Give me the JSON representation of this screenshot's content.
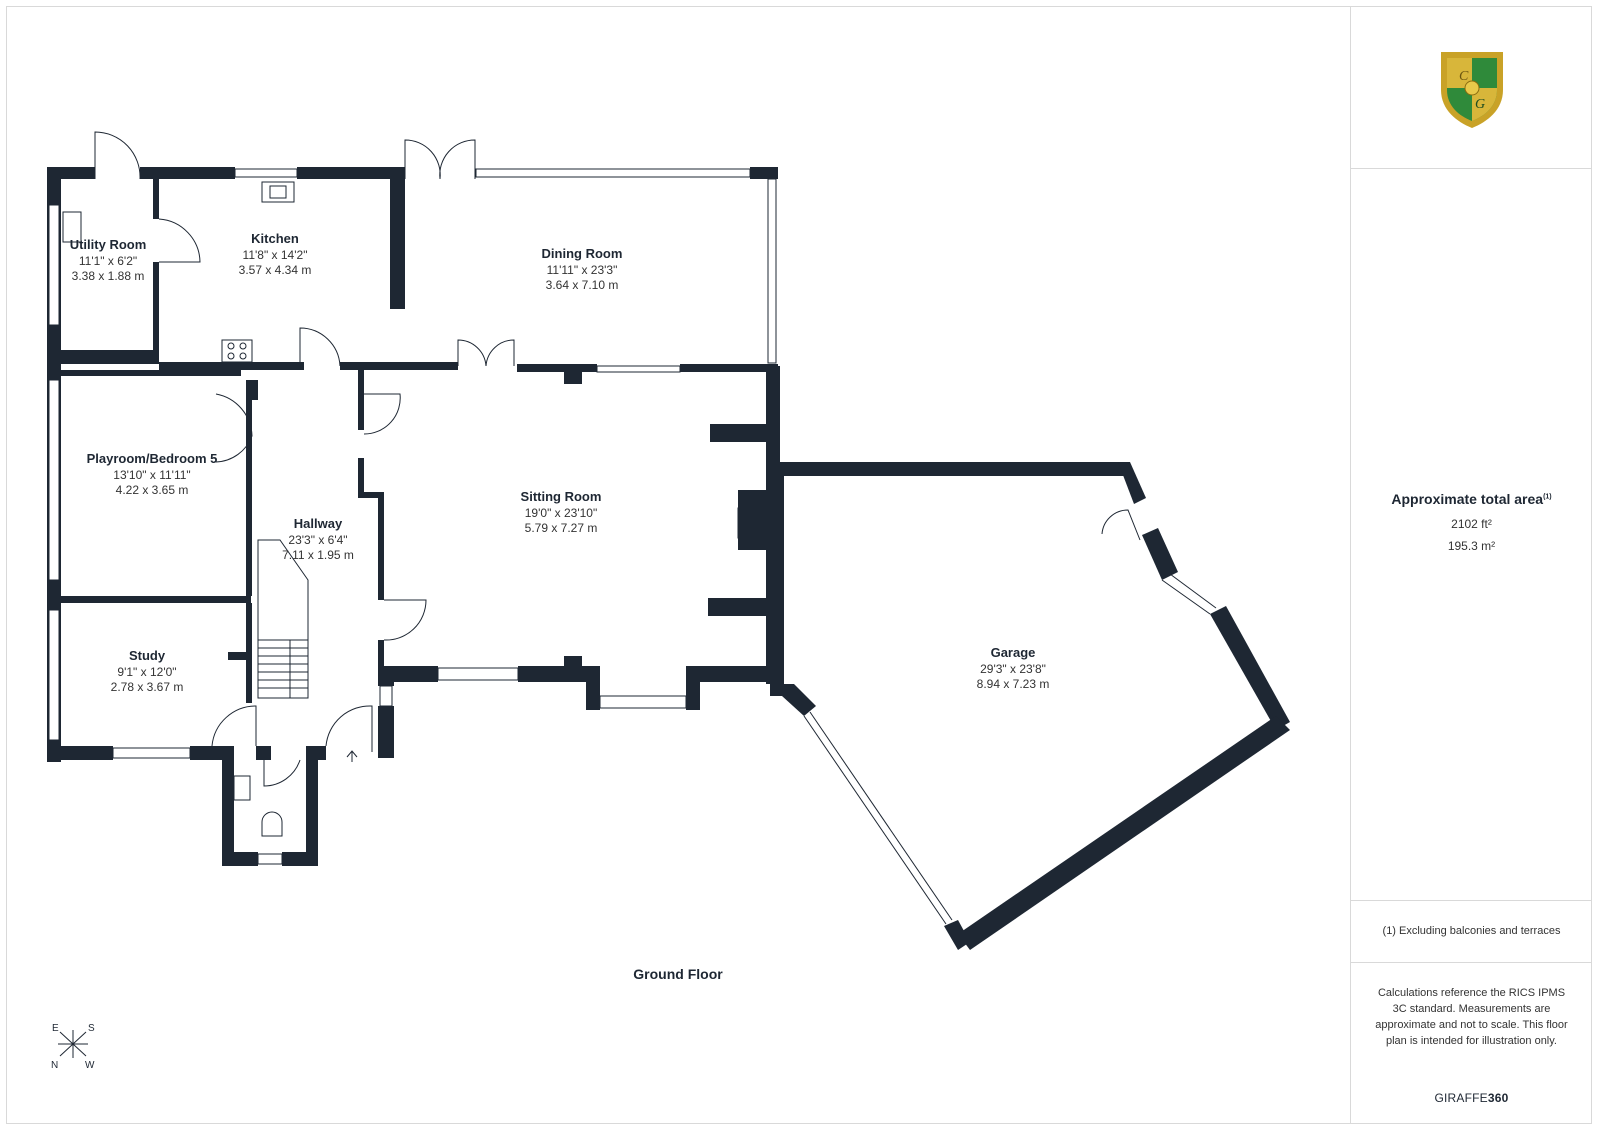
{
  "rooms": [
    {
      "name": "Utility Room",
      "imperial": "11'1\" x 6'2\"",
      "metric": "3.38 x 1.88 m"
    },
    {
      "name": "Kitchen",
      "imperial": "11'8\" x 14'2\"",
      "metric": "3.57 x 4.34 m"
    },
    {
      "name": "Dining Room",
      "imperial": "11'11\" x 23'3\"",
      "metric": "3.64 x 7.10 m"
    },
    {
      "name": "Playroom/Bedroom 5",
      "imperial": "13'10\" x 11'11\"",
      "metric": "4.22 x 3.65 m"
    },
    {
      "name": "Hallway",
      "imperial": "23'3\" x 6'4\"",
      "metric": "7.11 x 1.95 m"
    },
    {
      "name": "Sitting Room",
      "imperial": "19'0\" x 23'10\"",
      "metric": "5.79 x 7.27 m"
    },
    {
      "name": "Study",
      "imperial": "9'1\" x 12'0\"",
      "metric": "2.78 x 3.67 m"
    },
    {
      "name": "Garage",
      "imperial": "29'3\" x 23'8\"",
      "metric": "8.94 x 7.23 m"
    }
  ],
  "floor_label": "Ground Floor",
  "compass": {
    "top_left": "E",
    "top_right": "S",
    "bottom_left": "N",
    "bottom_right": "W"
  },
  "panel": {
    "logo_icon": "cg-shield-logo",
    "area_title": "Approximate total area",
    "area_note_mark": "(1)",
    "area_ft": "2102 ft²",
    "area_m": "195.3 m²",
    "footnote": "(1) Excluding balconies and terraces",
    "calc_note": "Calculations reference the RICS IPMS 3C standard. Measurements are approximate and not to scale. This floor plan is intended for illustration only.",
    "brand_prefix": "GIRAFFE",
    "brand_suffix": "360"
  },
  "colors": {
    "wall": "#1e2733",
    "logo_gold": "#c9a227",
    "logo_green": "#2f8a3a",
    "border": "#d9d9d9"
  }
}
